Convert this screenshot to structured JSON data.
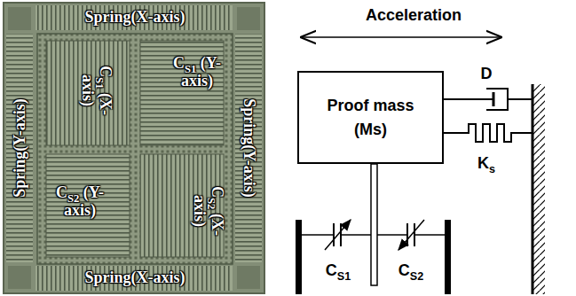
{
  "diagram": {
    "nodes": [
      {
        "text": [
          "Proof mass (Ms)"
        ]
      }
    ],
    "labels": [
      "Spring(X-axis)",
      "Spring(Y-axis)",
      "CS1 (X-axis)",
      "CS1 (Y-axis)",
      "Spring(Y-axis)",
      "CS2 (Y-axis)",
      "CS2 (X-axis)",
      "Spring(X-axis)",
      "Acceleration",
      "D",
      "Ks",
      "CS1",
      "CS2"
    ]
  }
}
